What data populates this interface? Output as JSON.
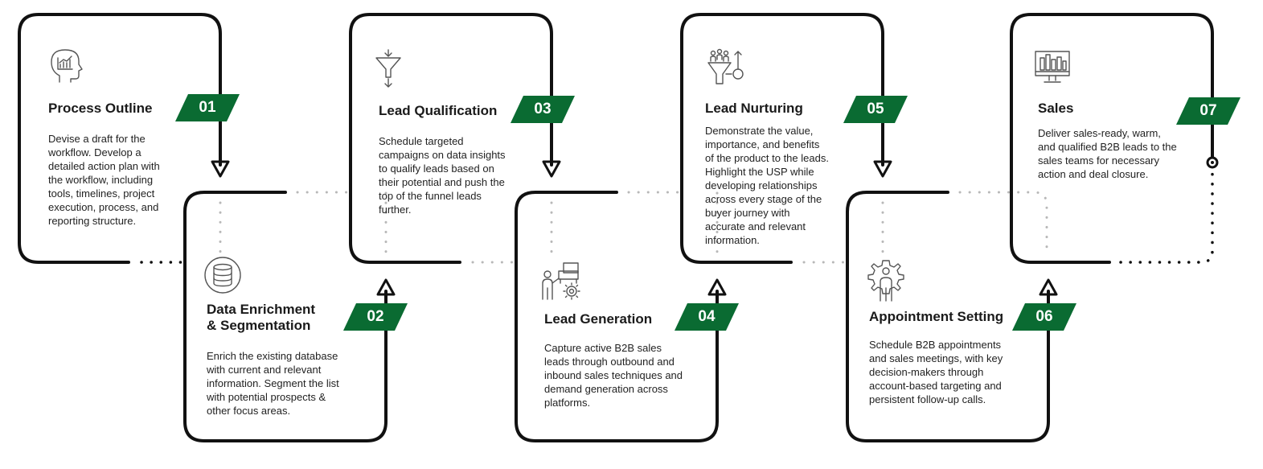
{
  "theme": {
    "accent": "#0a6b32",
    "stroke": "#111111",
    "dots": "#b8b8b8",
    "icon": "#555555"
  },
  "steps": [
    {
      "number": "01",
      "title": "Process Outline",
      "icon": "head-chart-icon",
      "description": "Devise a draft for the\nworkflow. Develop a\ndetailed action plan with\nthe workflow, including\ntools, timelines, project\nexecution, process, and\nreporting structure."
    },
    {
      "number": "02",
      "title": "Data Enrichment\n& Segmentation",
      "icon": "database-icon",
      "description": "Enrich the existing database\nwith current and relevant\ninformation. Segment the list\nwith potential prospects &\nother focus areas."
    },
    {
      "number": "03",
      "title": "Lead Qualification",
      "icon": "funnel-icon",
      "description": "Schedule targeted\ncampaigns on data insights\nto qualify leads based on\ntheir potential and push the\ntop of the funnel leads\nfurther."
    },
    {
      "number": "04",
      "title": "Lead Generation",
      "icon": "person-gears-icon",
      "description": "Capture active B2B sales\nleads through outbound and\ninbound sales techniques and\ndemand generation across\nplatforms."
    },
    {
      "number": "05",
      "title": "Lead Nurturing",
      "icon": "people-funnel-icon",
      "description": "Demonstrate the value,\nimportance, and benefits\nof the product to the leads.\nHighlight the USP while\ndeveloping relationships\nacross every stage of the\nbuyer journey with\naccurate and relevant\ninformation."
    },
    {
      "number": "06",
      "title": "Appointment Setting",
      "icon": "person-gear-icon",
      "description": "Schedule B2B appointments\nand sales meetings, with key\ndecision-makers through\naccount-based targeting and\npersistent follow-up calls."
    },
    {
      "number": "07",
      "title": "Sales",
      "icon": "monitor-chart-icon",
      "description": "Deliver sales-ready, warm,\nand qualified B2B leads to the\nsales teams for necessary\naction and deal closure."
    }
  ]
}
